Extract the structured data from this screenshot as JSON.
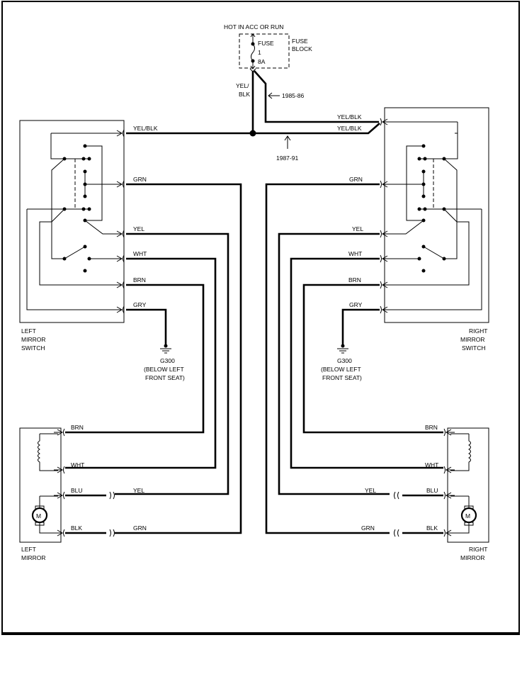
{
  "power": {
    "source": "HOT IN ACC OR RUN",
    "fuse_block": [
      "FUSE",
      "BLOCK"
    ],
    "fuse": [
      "FUSE",
      "1",
      "8A"
    ]
  },
  "feed_wire": [
    "YEL/",
    "BLK"
  ],
  "years": {
    "early": "1985-86",
    "late": "1987-91"
  },
  "left_switch": {
    "label": [
      "LEFT",
      "MIRROR",
      "SWITCH"
    ],
    "wires": [
      "YEL/BLK",
      "GRN",
      "YEL",
      "WHT",
      "BRN",
      "GRY"
    ]
  },
  "right_switch": {
    "label": [
      "RIGHT",
      "MIRROR",
      "SWITCH"
    ],
    "wires": [
      "YEL/BLK",
      "YEL/BLK",
      "GRN",
      "YEL",
      "WHT",
      "BRN",
      "GRY"
    ]
  },
  "left_ground": {
    "id": "G300",
    "location": [
      "(BELOW LEFT",
      "FRONT SEAT)"
    ]
  },
  "right_ground": {
    "id": "G300",
    "location": [
      "(BELOW LEFT",
      "FRONT SEAT)"
    ]
  },
  "left_mirror": {
    "label": [
      "LEFT",
      "MIRROR"
    ],
    "wires": [
      "BRN",
      "WHT",
      "BLU",
      "BLK"
    ],
    "harness": [
      "YEL",
      "GRN"
    ],
    "motor": "M"
  },
  "right_mirror": {
    "label": [
      "RIGHT",
      "MIRROR"
    ],
    "wires": [
      "BRN",
      "WHT",
      "BLU",
      "BLK"
    ],
    "harness": [
      "YEL",
      "GRN"
    ],
    "motor": "M"
  }
}
